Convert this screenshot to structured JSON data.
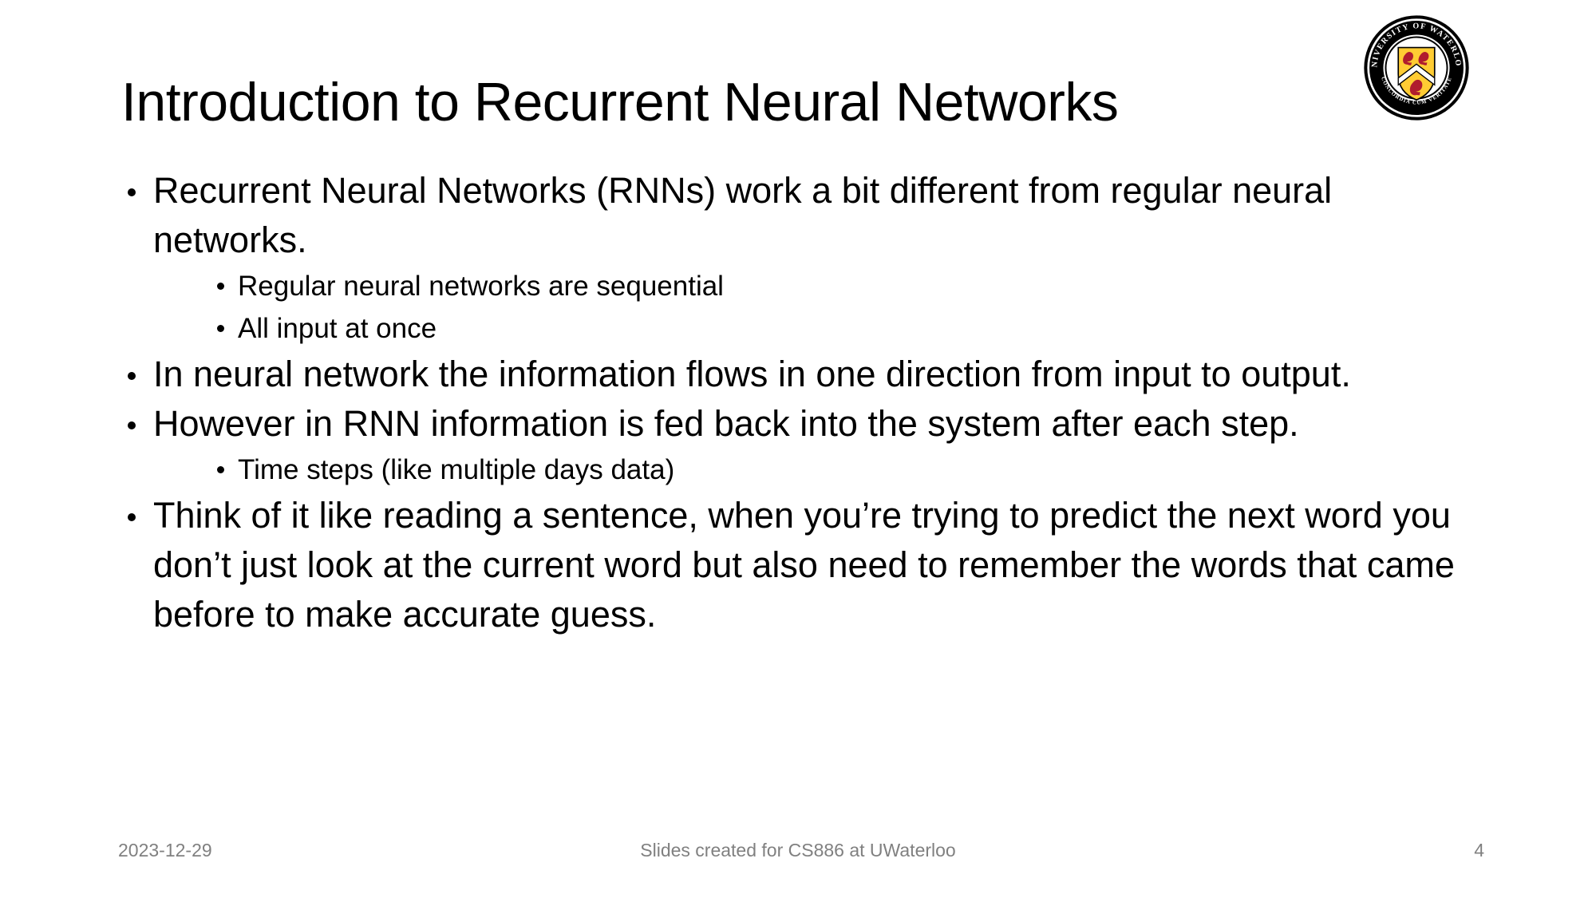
{
  "slide": {
    "title": "Introduction to Recurrent Neural Networks",
    "background_color": "#FFFFFF",
    "text_color": "#000000",
    "footer_color": "#808080",
    "bullets": [
      {
        "level": 1,
        "text": "Recurrent Neural Networks (RNNs) work a bit different from regular neural networks.",
        "children": [
          {
            "level": 2,
            "text": "Regular neural networks are sequential"
          },
          {
            "level": 2,
            "text": "All input at once"
          }
        ]
      },
      {
        "level": 1,
        "text": "In neural network the information flows in one direction from input to output.",
        "children": []
      },
      {
        "level": 1,
        "text": "However in RNN information is fed back into the system after each step.",
        "children": [
          {
            "level": 2,
            "text": "Time steps (like multiple days data)"
          }
        ]
      },
      {
        "level": 1,
        "text": "Think of it like reading a sentence, when you’re trying to predict the next word you don’t just look at the current word but also need to remember the words that came before to make accurate guess.",
        "children": []
      }
    ]
  },
  "logo": {
    "name": "university-of-waterloo-seal",
    "outer_text": "UNIVERSITY OF WATERLOO",
    "motto_text": "CONCORDIA CUM VERITATE",
    "shield_color": "#FFCC33",
    "lion_color": "#B01C2E",
    "ring_color": "#000000"
  },
  "footer": {
    "date": "2023-12-29",
    "center": "Slides created for CS886 at UWaterloo",
    "page_number": "4"
  }
}
